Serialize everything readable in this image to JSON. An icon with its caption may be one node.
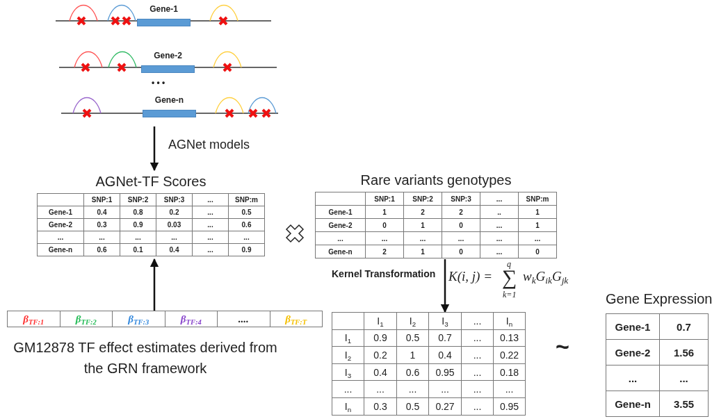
{
  "diagram": {
    "nodes": [
      {
        "text": [],
        "shape": "picture"
      },
      {
        "text": [
          "Gene-1"
        ],
        "in": 0
      },
      {
        "text": [
          "Gene-2"
        ],
        "in": 0
      },
      {
        "text": [
          "Gene-n"
        ],
        "in": 0
      },
      {
        "text": [
          "AGNet-TF Scores",
          "SNP:1",
          "SNP:2",
          "SNP:3",
          "...",
          "SNP:m",
          "Gene-1",
          "0.4",
          "0.8",
          "0.2",
          "...",
          "0.5",
          "Gene-2",
          "0.3",
          "0.9",
          "0.03",
          "...",
          "0.6",
          "...",
          "...",
          "...",
          "...",
          "...",
          "...",
          "Gene-n",
          "0.6",
          "0.1",
          "0.4",
          "...",
          "0.9"
        ]
      },
      {
        "text": [
          "Rare variants genotypes",
          "SNP:1",
          "SNP:2",
          "SNP:3",
          "...",
          "SNP:m",
          "Gene-1",
          "1",
          "2",
          "2",
          "..",
          "1",
          "Gene-2",
          "0",
          "1",
          "0",
          "...",
          "1",
          "...",
          "...",
          "...",
          "...",
          "...",
          "...",
          "Gene-n",
          "2",
          "1",
          "0",
          "...",
          "0"
        ]
      },
      {
        "text": [
          "β$_{TF:1}$",
          "β$_{TF:2}$",
          "β$_{TF:3}$",
          "β$_{TF:4}$",
          "....",
          "β$_{TF:T}$"
        ],
        "beside": [
          "GM12878 TF effect estimates derived from the GRN framework"
        ]
      },
      {
        "text": [
          "I$_{1}$",
          "I$_{2}$",
          "I$_{3}$",
          "...",
          "I$_{n}$",
          "I$_{1}$",
          "0.9",
          "0.5",
          "0.7",
          "...",
          "0.13",
          "I$_{2}$",
          "0.2",
          "1",
          "0.4",
          "...",
          "0.22",
          "I$_{3}$",
          "0.4",
          "0.6",
          "0.95",
          "...",
          "0.18",
          "...",
          "...",
          "...",
          "...",
          "...",
          "...",
          "I$_{n}$",
          "0.3",
          "0.5",
          "0.27",
          "...",
          "0.95"
        ]
      },
      {
        "text": [
          "Gene Expression",
          "Gene-1",
          "0.7",
          "Gene-2",
          "1.56",
          "...",
          "...",
          "Gene-n",
          "3.55"
        ]
      }
    ],
    "edges": [
      {
        "from": 0,
        "to": 4,
        "arrow": "to",
        "label": "AGNet models"
      },
      {
        "from": 6,
        "to": 4,
        "arrow": "to"
      },
      {
        "from": 5,
        "to": 7,
        "arrow": "to",
        "label": "Kernel Transformation"
      }
    ],
    "labels": [
      "• • •",
      "K(i, j) =",
      "q",
      "∑",
      "k=1",
      "w$_{k}$G$_{ik}$G$_{jk}$",
      "~"
    ]
  }
}
